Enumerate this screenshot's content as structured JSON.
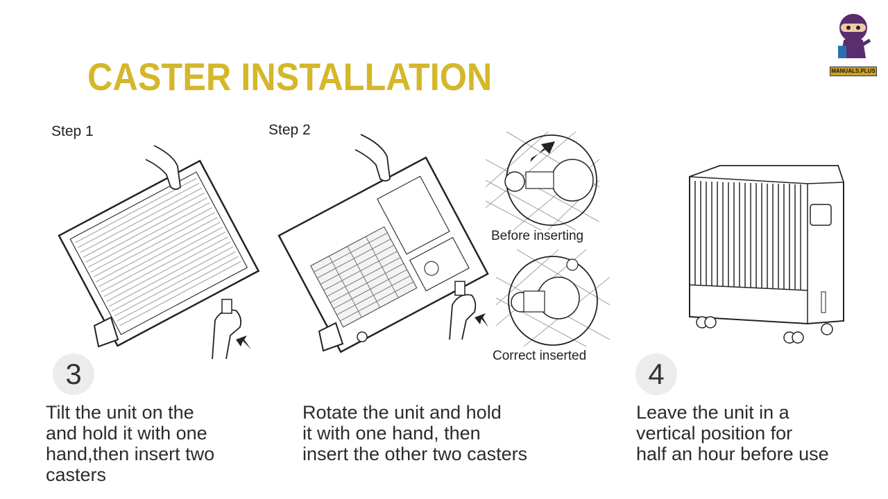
{
  "title": "CASTER INSTALLATION",
  "logo": {
    "text": "MANUALS.PLUS",
    "icon": "ninja-mascot-icon"
  },
  "steps": {
    "step1_label": "Step 1",
    "step2_label": "Step 2"
  },
  "insets": {
    "before_caption": "Before inserting",
    "after_caption": "Correct inserted"
  },
  "instructions": [
    {
      "number": "3",
      "lines": [
        "Tilt the unit on the",
        "and hold it with one",
        "hand,then insert two",
        "casters"
      ]
    },
    {
      "lines": [
        "Rotate the unit and hold",
        "it with one hand, then",
        "insert the other two casters"
      ]
    },
    {
      "number": "4",
      "lines": [
        "Leave the unit in a",
        "vertical position for",
        "half an hour before use"
      ]
    }
  ],
  "colors": {
    "title": "#d4b72a",
    "number_circle": "#ececec",
    "text": "#2b2b2b"
  }
}
